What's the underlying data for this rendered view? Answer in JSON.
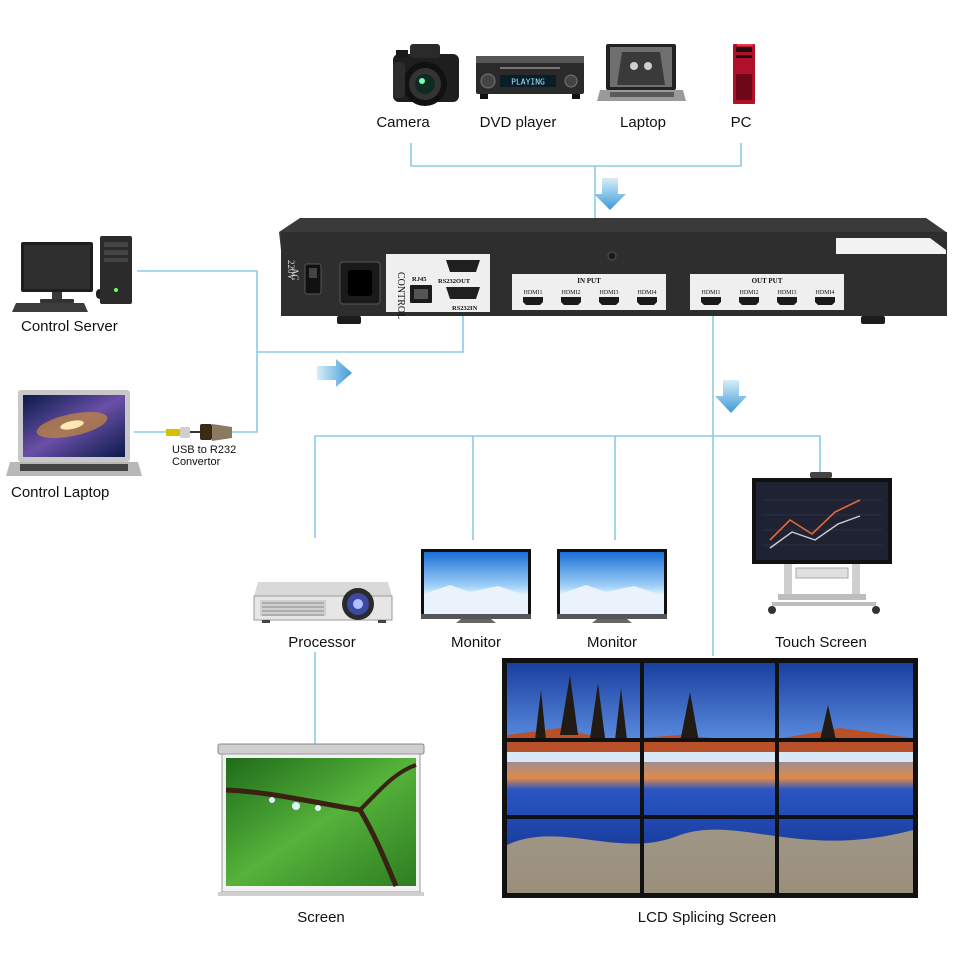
{
  "sources": [
    {
      "label": "Camera"
    },
    {
      "label": "DVD player"
    },
    {
      "label": "Laptop"
    },
    {
      "label": "PC"
    }
  ],
  "dvd_display": "PLAYING",
  "control_devices": [
    {
      "label": "Control Server"
    },
    {
      "label": "Control Laptop"
    }
  ],
  "convertor_label": [
    "USB to R232",
    "Convertor"
  ],
  "matrix_unit": {
    "power_label": [
      "AC",
      "220V"
    ],
    "control_label": "CONTROL",
    "rj45": "RJ45",
    "rs232out": "RS232OUT",
    "rs232in": "RS232IN",
    "input_title": "IN PUT",
    "output_title": "OUT PUT",
    "inputs": [
      "HDMI1",
      "HDMI2",
      "HDMI3",
      "HDMI4"
    ],
    "outputs": [
      "HDMI1",
      "HDMI2",
      "HDMI3",
      "HDMI4"
    ]
  },
  "outputs": [
    {
      "label": "Processor"
    },
    {
      "label": "Monitor"
    },
    {
      "label": "Monitor"
    },
    {
      "label": "Touch Screen"
    },
    {
      "label": "Screen"
    },
    {
      "label": "LCD Splicing Screen"
    }
  ],
  "colors": {
    "line": "#8ccbe6",
    "arrow": "#4aa3df",
    "device": "#2c2c2c"
  }
}
